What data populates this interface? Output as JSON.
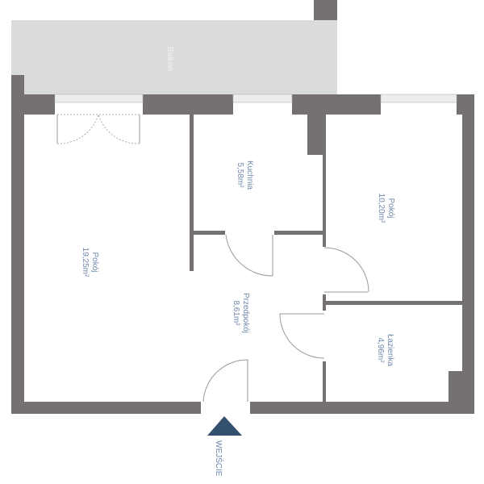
{
  "plan": {
    "balcony": {
      "name": "Balkon"
    },
    "rooms": [
      {
        "name": "Pokój",
        "area": "19,25m²"
      },
      {
        "name": "Kuchnia",
        "area": "5,58m²"
      },
      {
        "name": "Pokój",
        "area": "10,20m²"
      },
      {
        "name": "Przedpokój",
        "area": "8,61m²"
      },
      {
        "name": "Łazienka",
        "area": "4,96m²"
      }
    ],
    "entrance": {
      "label": "WEJŚCIE"
    },
    "colors": {
      "wall": "#747170",
      "balcony": "#dadcdb",
      "label": "#6f88ab",
      "entrance_marker": "#34506f"
    }
  }
}
